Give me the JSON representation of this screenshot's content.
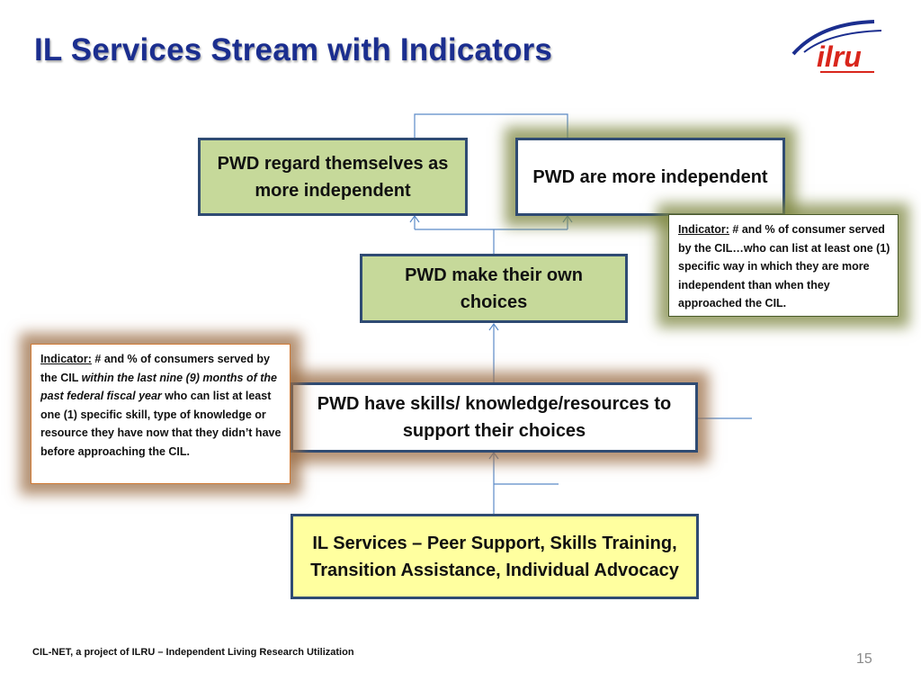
{
  "title": "IL Services Stream with Indicators",
  "logo": {
    "text": "ilru",
    "icon": "ilru-logo"
  },
  "boxes": {
    "regard": "PWD regard themselves as more independent",
    "more_independent": "PWD are more independent",
    "choices": "PWD make their own choices",
    "skills": "PWD have skills/ knowledge/resources to support their choices",
    "services": "IL Services – Peer Support, Skills Training, Transition Assistance, Individual Advocacy"
  },
  "indicator_right": {
    "label": "Indicator:",
    "text": " # and % of consumer served by the CIL…who can list at least one (1) specific way in which they are more independent than when they approached the CIL."
  },
  "indicator_left": {
    "label": "Indicator:",
    "text1": " # and % of consumers served by the CIL ",
    "italic": "within the last nine (9) months of the past federal fiscal year",
    "text2": " who can list at least one (1) specific skill, type of knowledge or resource they have now that they didn’t have before approaching the CIL."
  },
  "footer": "CIL-NET, a project of ILRU – Independent Living Research Utilization",
  "page_number": "15",
  "colors": {
    "title": "#1b2e8f",
    "box_border": "#2f4b73",
    "green": "#c6d99a",
    "yellow": "#ffff9f",
    "logo_red": "#d9261c",
    "connector": "#5b8ac7"
  }
}
